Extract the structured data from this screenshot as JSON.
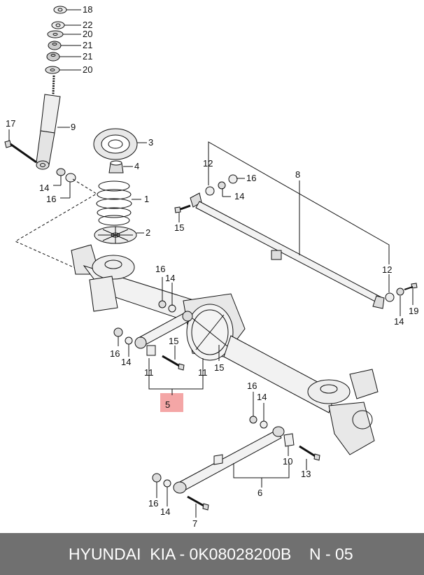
{
  "diagram": {
    "callouts": [
      {
        "id": "c18a",
        "text": "18"
      },
      {
        "id": "c22",
        "text": "22"
      },
      {
        "id": "c20a",
        "text": "20"
      },
      {
        "id": "c21a",
        "text": "21"
      },
      {
        "id": "c21b",
        "text": "21"
      },
      {
        "id": "c20b",
        "text": "20"
      },
      {
        "id": "c17",
        "text": "17"
      },
      {
        "id": "c9",
        "text": "9"
      },
      {
        "id": "c3",
        "text": "3"
      },
      {
        "id": "c4",
        "text": "4"
      },
      {
        "id": "c14a",
        "text": "14"
      },
      {
        "id": "c16a",
        "text": "16"
      },
      {
        "id": "c1",
        "text": "1"
      },
      {
        "id": "c2",
        "text": "2"
      },
      {
        "id": "c12a",
        "text": "12"
      },
      {
        "id": "c8",
        "text": "8"
      },
      {
        "id": "c16b",
        "text": "16"
      },
      {
        "id": "c14b",
        "text": "14"
      },
      {
        "id": "c15a",
        "text": "15"
      },
      {
        "id": "c12b",
        "text": "12"
      },
      {
        "id": "c19",
        "text": "19"
      },
      {
        "id": "c14c",
        "text": "14"
      },
      {
        "id": "c16c",
        "text": "16"
      },
      {
        "id": "c14d",
        "text": "14"
      },
      {
        "id": "c16d",
        "text": "16"
      },
      {
        "id": "c14e",
        "text": "14"
      },
      {
        "id": "c15b",
        "text": "15"
      },
      {
        "id": "c15c",
        "text": "15"
      },
      {
        "id": "c11a",
        "text": "11"
      },
      {
        "id": "c11b",
        "text": "11"
      },
      {
        "id": "c5",
        "text": "5"
      },
      {
        "id": "c16e",
        "text": "16"
      },
      {
        "id": "c14f",
        "text": "14"
      },
      {
        "id": "c10",
        "text": "10"
      },
      {
        "id": "c13",
        "text": "13"
      },
      {
        "id": "c6",
        "text": "6"
      },
      {
        "id": "c16f",
        "text": "16"
      },
      {
        "id": "c14g",
        "text": "14"
      },
      {
        "id": "c7",
        "text": "7"
      }
    ],
    "highlight_color": "#f4a6a6"
  },
  "footer": {
    "brand_part": "HYUNDAI  KIA - 0K08028200B",
    "page_ref": "N - 05",
    "background": "#707070"
  }
}
